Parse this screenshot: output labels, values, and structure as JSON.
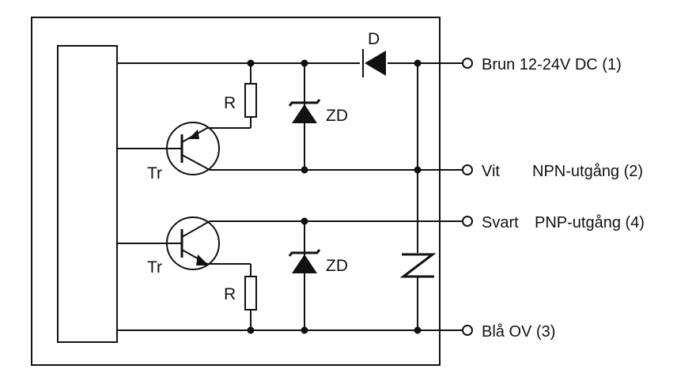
{
  "diagram": {
    "terminals": [
      {
        "wire_name": "Brun 12-24V DC (1)"
      },
      {
        "wire_name": "Vit",
        "function": "NPN-utgång (2)"
      },
      {
        "wire_name": "Svart",
        "function": "PNP-utgång (4)"
      },
      {
        "wire_name": "Blå OV (3)"
      }
    ],
    "components": {
      "diode": "D",
      "zener_upper": "ZD",
      "zener_lower": "ZD",
      "resistor_upper": "R",
      "resistor_lower": "R",
      "transistor_upper": "Tr",
      "transistor_lower": "Tr"
    }
  }
}
